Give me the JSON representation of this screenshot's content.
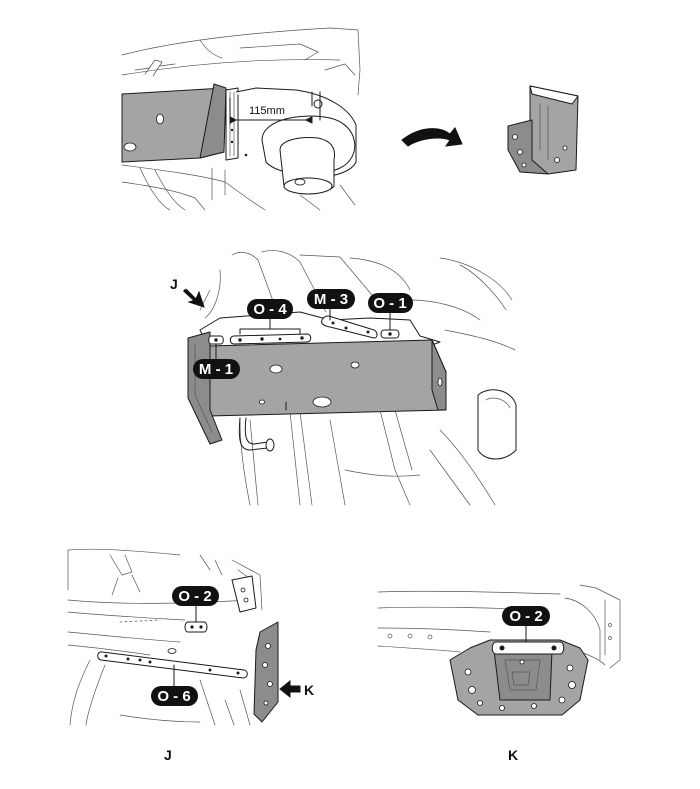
{
  "dimension": {
    "text": "115mm"
  },
  "callouts": {
    "o4": "O - 4",
    "m3": "M - 3",
    "o1": "O - 1",
    "m1": "M - 1",
    "o2_left": "O - 2",
    "o6": "O - 6",
    "o2_right": "O - 2"
  },
  "view_markers": {
    "j_arrow": "J",
    "k_arrow": "K"
  },
  "view_captions": {
    "j": "J",
    "k": "K"
  },
  "colors": {
    "part_fill": "#a4a4a4",
    "callout_fill": "#111111",
    "line": "#1a1a1a"
  }
}
